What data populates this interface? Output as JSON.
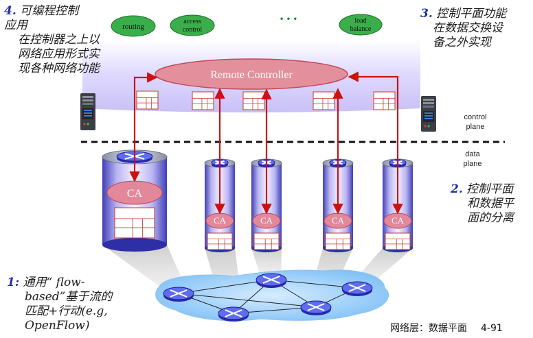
{
  "notes": {
    "app_control": {
      "number": "4.",
      "lines": [
        "可编程控制",
        "应用",
        "在控制器之上以",
        "网络应用形式实",
        "现各种网络功能"
      ]
    },
    "control_impl": {
      "number": "3.",
      "lines": [
        "控制平面功能",
        "在数据交换设",
        "备之外实现"
      ]
    },
    "separation": {
      "number": "2.",
      "lines": [
        "控制平面",
        "和数据平",
        "面的分离"
      ]
    },
    "flow_based": {
      "number": "1:",
      "lines": [
        "通用“ flow-",
        "based”基于流的",
        "匹配+行动(e.g,",
        "OpenFlow)"
      ]
    }
  },
  "apps": {
    "routing": "routing",
    "access_control": [
      "access",
      "control"
    ],
    "ellipsis": "• • •",
    "load_balance": [
      "load",
      "balance"
    ]
  },
  "controller": {
    "label": "Remote Controller"
  },
  "planes": {
    "control": [
      "control",
      "plane"
    ],
    "data": [
      "data",
      "plane"
    ]
  },
  "ca_label": "CA",
  "footer": {
    "title": "网络层：数据平面",
    "page": "4-91"
  },
  "colors": {
    "arrow": "#cc1111",
    "app_oval": "#3aae4a",
    "controller_oval": "#e4909c",
    "ca_oval": "#e2889a",
    "slab": "#d9d3ff",
    "network": "#9ccffb",
    "number_blue": "#1d2fa8"
  }
}
